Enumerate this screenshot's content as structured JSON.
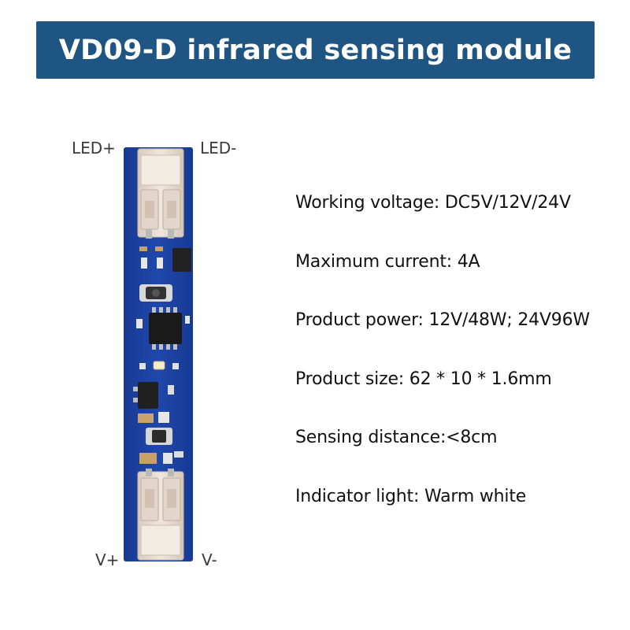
{
  "title": "VD09-D infrared sensing module",
  "pins": {
    "led_plus": "LED+",
    "led_minus": "LED-",
    "v_plus": "V+",
    "v_minus": "V-"
  },
  "specs": [
    "Working voltage: DC5V/12V/24V",
    "Maximum current: 4A",
    "Product power: 12V/48W; 24V96W",
    "Product size: 62 * 10 * 1.6mm",
    "Sensing distance:<8cm",
    "Indicator light: Warm white"
  ],
  "colors": {
    "banner": "#1f5582",
    "pcb": "#1b3f9c",
    "connector": "#e8ddd4"
  }
}
